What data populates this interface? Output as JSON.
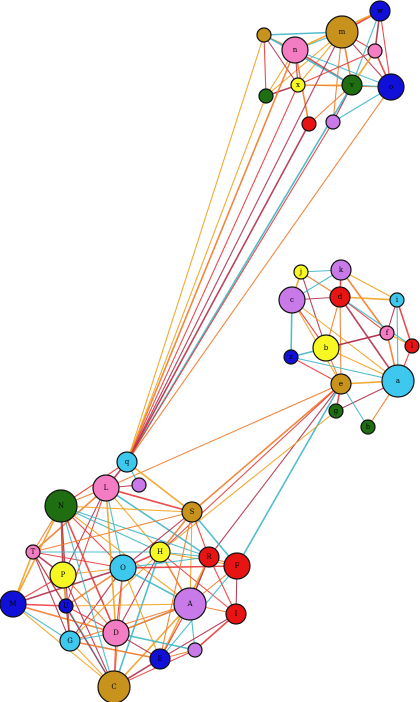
{
  "graph": {
    "palette": {
      "edge_colors": [
        "#e83a3a",
        "#3fb6c8",
        "#f2a01f",
        "#f07a2a",
        "#b0304a"
      ],
      "stroke": "#111111"
    },
    "nodes": [
      {
        "id": "m",
        "label": "m",
        "color": "#c8931c",
        "size": "xl"
      },
      {
        "id": "w",
        "label": "w",
        "color": "#1010d8",
        "size": "m"
      },
      {
        "id": "n",
        "label": "n",
        "color": "#f47cc2",
        "size": "l"
      },
      {
        "id": "t1",
        "label": "",
        "color": "#c8931c",
        "size": "s"
      },
      {
        "id": "p1",
        "label": "",
        "color": "#f47cc2",
        "size": "s"
      },
      {
        "id": "x",
        "label": "x",
        "color": "#f7f723",
        "size": "s"
      },
      {
        "id": "v",
        "label": "v",
        "color": "#1f6e12",
        "size": "m"
      },
      {
        "id": "o",
        "label": "o",
        "color": "#1010d8",
        "size": "l"
      },
      {
        "id": "g1",
        "label": "",
        "color": "#1f6e12",
        "size": "s"
      },
      {
        "id": "r1",
        "label": "",
        "color": "#e81313",
        "size": "s"
      },
      {
        "id": "vi1",
        "label": "",
        "color": "#c87be8",
        "size": "s"
      },
      {
        "id": "j",
        "label": "j",
        "color": "#f7f723",
        "size": "s"
      },
      {
        "id": "k",
        "label": "k",
        "color": "#c87be8",
        "size": "m"
      },
      {
        "id": "c",
        "label": "c",
        "color": "#c87be8",
        "size": "l"
      },
      {
        "id": "d",
        "label": "d",
        "color": "#e81313",
        "size": "m"
      },
      {
        "id": "i",
        "label": "i",
        "color": "#3fc8ee",
        "size": "s"
      },
      {
        "id": "f",
        "label": "f",
        "color": "#f47cc2",
        "size": "s"
      },
      {
        "id": "l",
        "label": "l",
        "color": "#e81313",
        "size": "s"
      },
      {
        "id": "b",
        "label": "b",
        "color": "#f7f723",
        "size": "l"
      },
      {
        "id": "z",
        "label": "z",
        "color": "#1010d8",
        "size": "s"
      },
      {
        "id": "a",
        "label": "a",
        "color": "#3fc8ee",
        "size": "xl"
      },
      {
        "id": "e",
        "label": "e",
        "color": "#c8931c",
        "size": "m"
      },
      {
        "id": "g",
        "label": "g",
        "color": "#1f6e12",
        "size": "s"
      },
      {
        "id": "h",
        "label": "h",
        "color": "#1f6e12",
        "size": "s"
      },
      {
        "id": "q",
        "label": "q",
        "color": "#3fc8ee",
        "size": "m"
      },
      {
        "id": "vi2",
        "label": "",
        "color": "#c87be8",
        "size": "s"
      },
      {
        "id": "L",
        "label": "L",
        "color": "#f47cc2",
        "size": "l"
      },
      {
        "id": "N",
        "label": "N",
        "color": "#1f6e12",
        "size": "xl"
      },
      {
        "id": "S",
        "label": "S",
        "color": "#c8931c",
        "size": "m"
      },
      {
        "id": "T",
        "label": "T",
        "color": "#f47cc2",
        "size": "s"
      },
      {
        "id": "H",
        "label": "H",
        "color": "#f7f723",
        "size": "m"
      },
      {
        "id": "R",
        "label": "R",
        "color": "#e81313",
        "size": "m"
      },
      {
        "id": "F",
        "label": "F",
        "color": "#e81313",
        "size": "l"
      },
      {
        "id": "O",
        "label": "O",
        "color": "#3fc8ee",
        "size": "l"
      },
      {
        "id": "P",
        "label": "P",
        "color": "#f7f723",
        "size": "l"
      },
      {
        "id": "M",
        "label": "M",
        "color": "#1010d8",
        "size": "l"
      },
      {
        "id": "U",
        "label": "U",
        "color": "#1010d8",
        "size": "s"
      },
      {
        "id": "A",
        "label": "A",
        "color": "#c87be8",
        "size": "xl"
      },
      {
        "id": "I",
        "label": "I",
        "color": "#e81313",
        "size": "m"
      },
      {
        "id": "G",
        "label": "G",
        "color": "#3fc8ee",
        "size": "m"
      },
      {
        "id": "D",
        "label": "D",
        "color": "#f47cc2",
        "size": "l"
      },
      {
        "id": "E",
        "label": "E",
        "color": "#1010d8",
        "size": "m"
      },
      {
        "id": "vi3",
        "label": "",
        "color": "#c87be8",
        "size": "s"
      },
      {
        "id": "C",
        "label": "C",
        "color": "#c8931c",
        "size": "xl"
      }
    ],
    "edges": [
      [
        "m",
        "w"
      ],
      [
        "m",
        "n"
      ],
      [
        "m",
        "x"
      ],
      [
        "m",
        "v"
      ],
      [
        "m",
        "o"
      ],
      [
        "m",
        "p1"
      ],
      [
        "m",
        "t1"
      ],
      [
        "m",
        "g1"
      ],
      [
        "m",
        "vi1"
      ],
      [
        "w",
        "p1"
      ],
      [
        "w",
        "o"
      ],
      [
        "w",
        "v"
      ],
      [
        "w",
        "n"
      ],
      [
        "n",
        "t1"
      ],
      [
        "n",
        "x"
      ],
      [
        "n",
        "v"
      ],
      [
        "n",
        "o"
      ],
      [
        "n",
        "g1"
      ],
      [
        "n",
        "r1"
      ],
      [
        "t1",
        "x"
      ],
      [
        "t1",
        "g1"
      ],
      [
        "t1",
        "v"
      ],
      [
        "x",
        "v"
      ],
      [
        "x",
        "o"
      ],
      [
        "x",
        "g1"
      ],
      [
        "x",
        "p1"
      ],
      [
        "v",
        "o"
      ],
      [
        "v",
        "p1"
      ],
      [
        "v",
        "r1"
      ],
      [
        "v",
        "vi1"
      ],
      [
        "p1",
        "o"
      ],
      [
        "o",
        "vi1"
      ],
      [
        "q",
        "t1"
      ],
      [
        "q",
        "n"
      ],
      [
        "q",
        "m"
      ],
      [
        "q",
        "x"
      ],
      [
        "q",
        "v"
      ],
      [
        "q",
        "g1"
      ],
      [
        "q",
        "o"
      ],
      [
        "q",
        "r1"
      ],
      [
        "q",
        "vi1"
      ],
      [
        "j",
        "k"
      ],
      [
        "j",
        "c"
      ],
      [
        "j",
        "d"
      ],
      [
        "j",
        "b"
      ],
      [
        "k",
        "d"
      ],
      [
        "k",
        "c"
      ],
      [
        "k",
        "i"
      ],
      [
        "k",
        "f"
      ],
      [
        "c",
        "d"
      ],
      [
        "c",
        "b"
      ],
      [
        "c",
        "z"
      ],
      [
        "c",
        "a"
      ],
      [
        "d",
        "b"
      ],
      [
        "d",
        "a"
      ],
      [
        "d",
        "f"
      ],
      [
        "d",
        "l"
      ],
      [
        "d",
        "i"
      ],
      [
        "d",
        "e"
      ],
      [
        "i",
        "f"
      ],
      [
        "i",
        "l"
      ],
      [
        "i",
        "a"
      ],
      [
        "f",
        "l"
      ],
      [
        "f",
        "a"
      ],
      [
        "f",
        "b"
      ],
      [
        "l",
        "a"
      ],
      [
        "b",
        "z"
      ],
      [
        "b",
        "a"
      ],
      [
        "b",
        "e"
      ],
      [
        "b",
        "f"
      ],
      [
        "z",
        "e"
      ],
      [
        "z",
        "a"
      ],
      [
        "a",
        "e"
      ],
      [
        "a",
        "h"
      ],
      [
        "a",
        "g"
      ],
      [
        "e",
        "g"
      ],
      [
        "e",
        "h"
      ],
      [
        "e",
        "c"
      ],
      [
        "e",
        "S"
      ],
      [
        "e",
        "R"
      ],
      [
        "e",
        "H"
      ],
      [
        "e",
        "F"
      ],
      [
        "g",
        "H"
      ],
      [
        "e",
        "L"
      ],
      [
        "q",
        "L"
      ],
      [
        "q",
        "N"
      ],
      [
        "q",
        "vi2"
      ],
      [
        "q",
        "S"
      ],
      [
        "L",
        "N"
      ],
      [
        "L",
        "vi2"
      ],
      [
        "L",
        "S"
      ],
      [
        "L",
        "O"
      ],
      [
        "L",
        "H"
      ],
      [
        "L",
        "T"
      ],
      [
        "L",
        "P"
      ],
      [
        "L",
        "U"
      ],
      [
        "L",
        "R"
      ],
      [
        "N",
        "S"
      ],
      [
        "N",
        "T"
      ],
      [
        "N",
        "P"
      ],
      [
        "N",
        "O"
      ],
      [
        "N",
        "H"
      ],
      [
        "N",
        "M"
      ],
      [
        "N",
        "U"
      ],
      [
        "N",
        "G"
      ],
      [
        "N",
        "D"
      ],
      [
        "N",
        "R"
      ],
      [
        "N",
        "A"
      ],
      [
        "S",
        "H"
      ],
      [
        "S",
        "O"
      ],
      [
        "S",
        "R"
      ],
      [
        "S",
        "F"
      ],
      [
        "S",
        "A"
      ],
      [
        "S",
        "T"
      ],
      [
        "T",
        "P"
      ],
      [
        "T",
        "O"
      ],
      [
        "T",
        "H"
      ],
      [
        "T",
        "M"
      ],
      [
        "T",
        "U"
      ],
      [
        "T",
        "G"
      ],
      [
        "H",
        "O"
      ],
      [
        "H",
        "R"
      ],
      [
        "H",
        "F"
      ],
      [
        "H",
        "A"
      ],
      [
        "H",
        "D"
      ],
      [
        "H",
        "I"
      ],
      [
        "H",
        "C"
      ],
      [
        "H",
        "G"
      ],
      [
        "R",
        "F"
      ],
      [
        "R",
        "A"
      ],
      [
        "R",
        "I"
      ],
      [
        "R",
        "O"
      ],
      [
        "R",
        "E"
      ],
      [
        "F",
        "A"
      ],
      [
        "F",
        "I"
      ],
      [
        "F",
        "O"
      ],
      [
        "F",
        "E"
      ],
      [
        "O",
        "P"
      ],
      [
        "O",
        "U"
      ],
      [
        "O",
        "G"
      ],
      [
        "O",
        "D"
      ],
      [
        "O",
        "A"
      ],
      [
        "O",
        "E"
      ],
      [
        "O",
        "C"
      ],
      [
        "O",
        "M"
      ],
      [
        "P",
        "M"
      ],
      [
        "P",
        "U"
      ],
      [
        "P",
        "G"
      ],
      [
        "P",
        "D"
      ],
      [
        "P",
        "C"
      ],
      [
        "M",
        "U"
      ],
      [
        "M",
        "G"
      ],
      [
        "M",
        "C"
      ],
      [
        "M",
        "D"
      ],
      [
        "U",
        "G"
      ],
      [
        "U",
        "D"
      ],
      [
        "U",
        "C"
      ],
      [
        "U",
        "A"
      ],
      [
        "A",
        "I"
      ],
      [
        "A",
        "D"
      ],
      [
        "A",
        "E"
      ],
      [
        "A",
        "vi3"
      ],
      [
        "A",
        "C"
      ],
      [
        "A",
        "G"
      ],
      [
        "I",
        "E"
      ],
      [
        "I",
        "vi3"
      ],
      [
        "G",
        "D"
      ],
      [
        "G",
        "C"
      ],
      [
        "G",
        "E"
      ],
      [
        "D",
        "E"
      ],
      [
        "D",
        "C"
      ],
      [
        "D",
        "vi3"
      ],
      [
        "D",
        "A"
      ],
      [
        "E",
        "vi3"
      ],
      [
        "E",
        "C"
      ],
      [
        "C",
        "vi3"
      ],
      [
        "N",
        "C"
      ],
      [
        "L",
        "D"
      ],
      [
        "S",
        "E"
      ],
      [
        "T",
        "C"
      ]
    ]
  }
}
